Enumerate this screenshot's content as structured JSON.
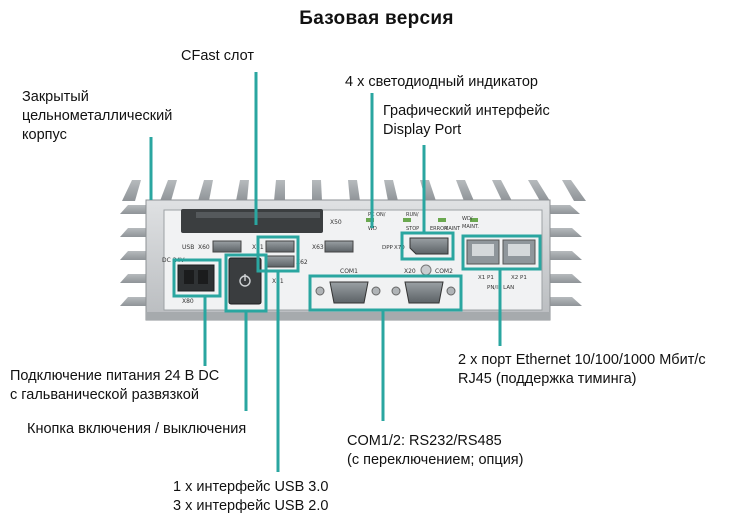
{
  "title": "Базовая версия",
  "labels": {
    "housing": [
      "Закрытый",
      "цельнометаллический",
      "корпус"
    ],
    "cfast": "CFast слот",
    "leds": "4 x светодиодный индикатор",
    "displayport": [
      "Графический интерфейс",
      "Display Port"
    ],
    "power": [
      "Подключение питания 24 В DC",
      "с гальванической развязкой"
    ],
    "onoff": "Кнопка включения / выключения",
    "ethernet": [
      "2 x порт Ethernet 10/100/1000 Мбит/с",
      "RJ45 (поддержка тиминга)"
    ],
    "com": [
      "COM1/2: RS232/RS485",
      "(с переключением; опция)"
    ],
    "usb": [
      "1 x интерфейс USB 3.0",
      "3 x интерфейс USB 2.0"
    ]
  },
  "panel": {
    "x50": "X50",
    "usb": "USB",
    "x60": "X60",
    "x61": "X61",
    "x62": "X62",
    "x63": "X63",
    "dc24v": "DC 24V",
    "x80": "X80",
    "x81": "X81",
    "pc_on": "PC ON/",
    "wd": "WD",
    "run": "RUN/",
    "stop": "STOP",
    "error": "ERROR",
    "maint": "MAINT",
    "wd2": "WD/",
    "maint2": "MAINT.",
    "dpp": "DPP",
    "x70": "X70",
    "x20": "X20",
    "com1": "COM1",
    "com2": "COM2",
    "x1p1": "X1 P1",
    "x2p1": "X2 P1",
    "pnie": "PN/IE LAN"
  },
  "colors": {
    "callout": "#2aa6a0",
    "housing": "#c9ccce",
    "fins": "#9ea2a5",
    "panel": "#f1f2f3"
  }
}
